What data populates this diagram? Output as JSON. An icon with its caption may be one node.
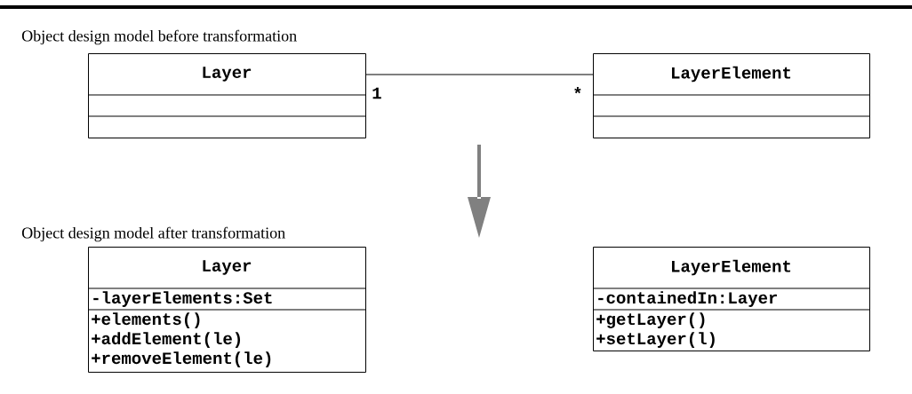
{
  "diagram": {
    "nodes": [
      {
        "text": [
          "Layer"
        ]
      },
      {
        "text": [
          "LayerElement"
        ]
      },
      {
        "text": [
          "Layer",
          "-layerElements:Set",
          "+elements()",
          "+addElement(le)",
          "+removeElement(le)"
        ]
      },
      {
        "text": [
          "LayerElement",
          "-containedIn:Layer",
          "+getLayer()",
          "+setLayer(l)"
        ]
      }
    ],
    "edges": [
      {
        "from": 0,
        "to": 1,
        "arrow": "none"
      }
    ],
    "labels": [
      "Object design model before transformation",
      "1",
      "*",
      "Object design model after transformation"
    ]
  }
}
